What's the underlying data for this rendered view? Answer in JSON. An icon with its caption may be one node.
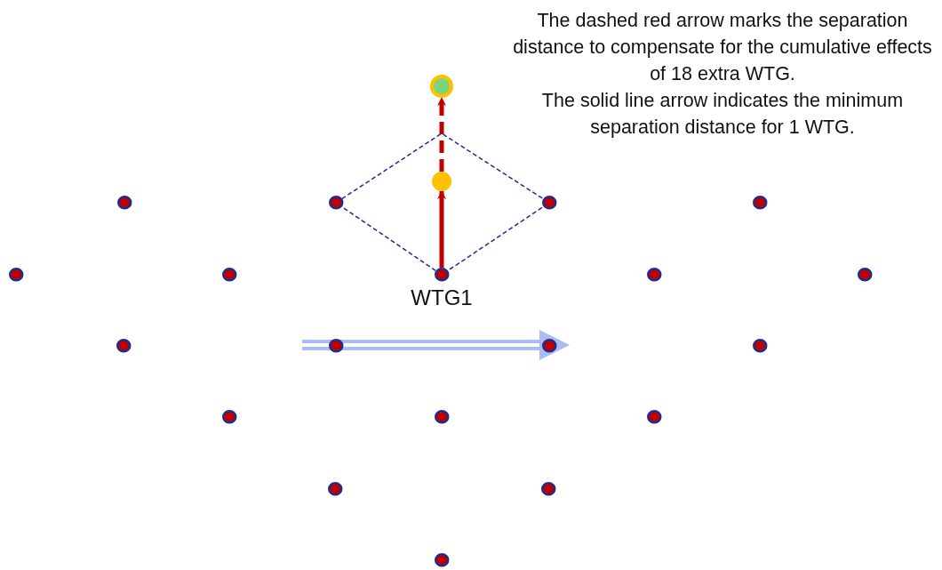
{
  "diagram": {
    "nodes": [
      {
        "text": [],
        "shape": "circle"
      },
      {
        "text": [],
        "shape": "circle"
      },
      {
        "text": [],
        "shape": "circle"
      },
      {
        "text": [],
        "shape": "circle"
      },
      {
        "text": [],
        "shape": "circle"
      },
      {
        "text": [],
        "shape": "circle"
      },
      {
        "text": [],
        "shape": "circle"
      },
      {
        "text": [],
        "shape": "circle"
      },
      {
        "text": [],
        "shape": "circle",
        "beside": [
          "WTG1"
        ]
      },
      {
        "text": [],
        "shape": "circle"
      },
      {
        "text": [],
        "shape": "circle"
      },
      {
        "text": [],
        "shape": "circle"
      },
      {
        "text": [],
        "shape": "circle"
      },
      {
        "text": [],
        "shape": "circle"
      },
      {
        "text": [],
        "shape": "circle"
      },
      {
        "text": [],
        "shape": "circle"
      },
      {
        "text": [],
        "shape": "circle"
      },
      {
        "text": [],
        "shape": "circle"
      },
      {
        "text": [],
        "shape": "circle"
      },
      {
        "text": [],
        "shape": "circle"
      },
      {
        "text": [],
        "shape": "circle"
      }
    ],
    "edges": [
      {
        "from": 8,
        "to": 1,
        "arrow": "to"
      },
      {
        "from": 1,
        "to": 0,
        "arrow": "to",
        "style": "dashed"
      }
    ],
    "labels": [
      "The dashed red arrow marks the separation distance to compensate for the cumulative effects of 18 extra WTG.",
      "The solid line arrow indicates the minimum separation distance for 1 WTG."
    ]
  }
}
